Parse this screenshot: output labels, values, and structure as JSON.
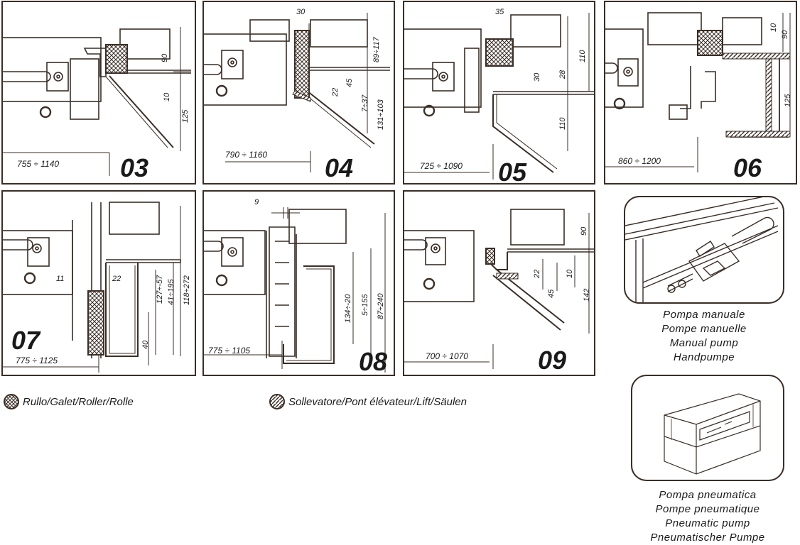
{
  "panels": [
    {
      "id": "03",
      "range": "755 ÷ 1140",
      "dims": [
        "90",
        "10",
        "125"
      ]
    },
    {
      "id": "04",
      "range": "790 ÷ 1160",
      "dims": [
        "30",
        "89÷117",
        "22",
        "45",
        "7÷37",
        "131÷103"
      ]
    },
    {
      "id": "05",
      "range": "725 ÷ 1090",
      "dims": [
        "35",
        "30",
        "28",
        "110",
        "110"
      ]
    },
    {
      "id": "06",
      "range": "860 ÷ 1200",
      "dims": [
        "10",
        "90",
        "125"
      ]
    },
    {
      "id": "07",
      "range": "775 ÷ 1125",
      "dims": [
        "11",
        "22",
        "127÷-57",
        "41÷195",
        "118÷272",
        "40"
      ]
    },
    {
      "id": "08",
      "range": "775 ÷ 1105",
      "dims": [
        "9",
        "134÷-20",
        "5÷155",
        "87÷240"
      ]
    },
    {
      "id": "09",
      "range": "700 ÷ 1070",
      "dims": [
        "90",
        "22",
        "45",
        "10",
        "142"
      ]
    }
  ],
  "legend": {
    "roller": "Rullo/Galet/Roller/Rolle",
    "lift": "Sollevatore/Pont  élévateur/Lift/Säulen"
  },
  "manual_pump": [
    "Pompa  manuale",
    "Pompe  manuelle",
    "Manual  pump",
    "Handpumpe"
  ],
  "pneumatic_pump": [
    "Pompa  pneumatica",
    "Pompe  pneumatique",
    "Pneumatic  pump",
    "Pneumatischer  Pumpe"
  ],
  "colors": {
    "line": "#3a2e26",
    "ink": "#1a1a1a"
  }
}
